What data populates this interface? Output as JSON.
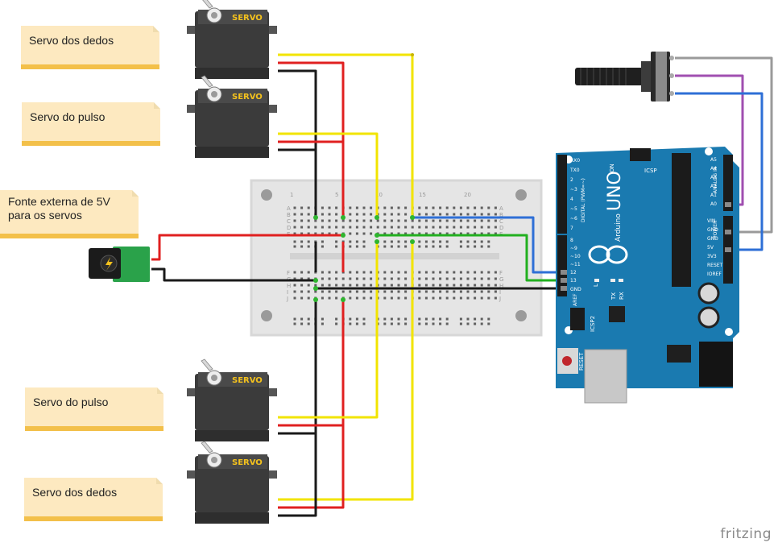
{
  "labels": {
    "servo_fingers_top": "Servo dos dedos",
    "servo_wrist_top": "Servo do pulso",
    "power_supply": "Fonte externa de 5V\npara os servos",
    "servo_wrist_bottom": "Servo do pulso",
    "servo_fingers_bottom": "Servo dos dedos"
  },
  "servo_text": "SERVO",
  "arduino": {
    "model": "UNO",
    "brand": "Arduino",
    "reset": "RESET",
    "icsp": "ICSP",
    "icsp2": "ICSP2",
    "digital": "DIGITAL (PWM=~)",
    "analog_in": "ANALOG IN",
    "power": "POWER",
    "on": "ON",
    "l": "L",
    "tx": "TX",
    "rx": "RX",
    "aref": "AREF",
    "gnd": "GND",
    "pins_digital_top": [
      "RX0",
      "TX0",
      "2",
      "~3",
      "4",
      "~5",
      "~6",
      "7"
    ],
    "pins_digital_bottom": [
      "8",
      "~9",
      "~10",
      "~11",
      "12",
      "13"
    ],
    "pins_analog": [
      "A5",
      "A4",
      "A3",
      "A2",
      "A1",
      "A0"
    ],
    "pins_power": [
      "VIN",
      "GND",
      "GND",
      "5V",
      "3V3",
      "RESET",
      "IOREF"
    ]
  },
  "breadboard": {
    "row_letters": [
      "A",
      "B",
      "C",
      "D",
      "E",
      "F",
      "G",
      "H",
      "I",
      "J"
    ],
    "column_numbers": [
      "1",
      "5",
      "10",
      "15",
      "20"
    ]
  },
  "footer": {
    "brand": "fritzing"
  },
  "colors": {
    "wire_red": "#e02020",
    "wire_black": "#1a1a1a",
    "wire_yellow": "#f2e400",
    "wire_blue": "#2e6fd6",
    "wire_green": "#22b020",
    "wire_gray": "#9a9a9a",
    "wire_purple": "#a04fb0",
    "arduino_board": "#1a7ab0",
    "servo_body": "#3a3a3a",
    "servo_text": "#f4c21d",
    "note_fill": "#fde9c0",
    "note_edge": "#f3c04a",
    "breadboard": "#e6e6e6"
  }
}
